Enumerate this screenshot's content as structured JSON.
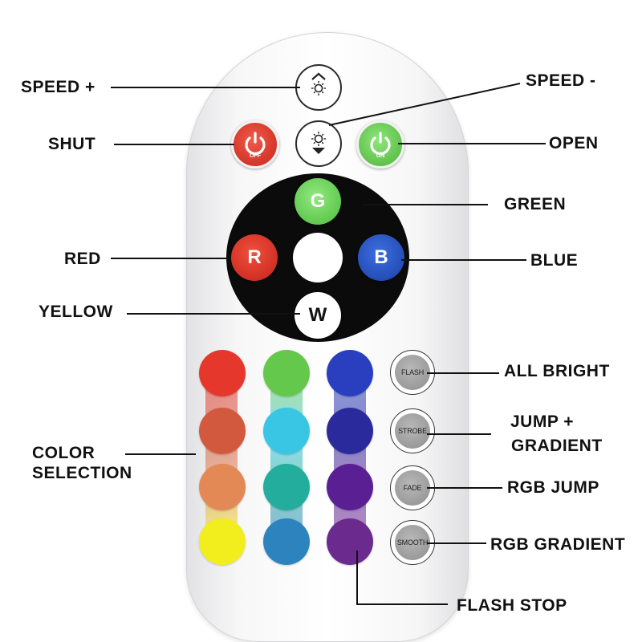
{
  "labels": {
    "speed_plus": "SPEED +",
    "speed_minus": "SPEED -",
    "shut": "SHUT",
    "open": "OPEN",
    "green": "GREEN",
    "red": "RED",
    "blue": "BLUE",
    "yellow": "YELLOW",
    "all_bright": "ALL BRIGHT",
    "jump_gradient_line1": "JUMP +",
    "jump_gradient_line2": "GRADIENT",
    "color_selection_line1": "COLOR",
    "color_selection_line2": "SELECTION",
    "rgb_jump": "RGB JUMP",
    "rgb_gradient": "RGB GRADIENT",
    "flash_stop": "FLASH STOP"
  },
  "buttons": {
    "off": "OFF",
    "on": "ON",
    "g": "G",
    "r": "R",
    "b": "B",
    "w": "W",
    "flash": "FLASH",
    "strobe": "STROBE",
    "fade": "FADE",
    "smooth": "SMOOTH"
  },
  "icons": {
    "speed_up": "brightness-up-icon",
    "speed_down": "brightness-down-icon",
    "power": "power-icon"
  },
  "colors": {
    "remote_body": "#f7f7f8",
    "dpad": "#0b0b0b",
    "off": "#d9342a",
    "on": "#6ccf5a",
    "green": "#5fcc4a",
    "red": "#d9342a",
    "blue": "#2a52c4",
    "color_grid": [
      [
        "#e6372c",
        "#63c84b",
        "#2a3fc0"
      ],
      [
        "#d2593e",
        "#38c6e4",
        "#2a2a9c"
      ],
      [
        "#e28955",
        "#23ad9c",
        "#5a1f93"
      ],
      [
        "#f2ee1e",
        "#2c83bd",
        "#6a2a8e"
      ]
    ]
  }
}
